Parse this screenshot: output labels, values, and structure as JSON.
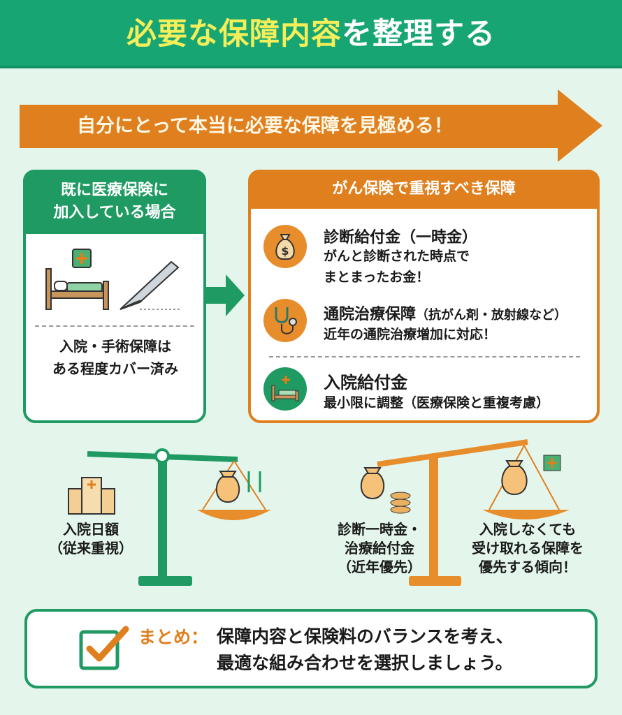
{
  "header": {
    "title_highlight": "必要な保障内容",
    "title_rest": "を整理する"
  },
  "banner": {
    "text": "自分にとって本当に必要な保障を見極める！"
  },
  "left_panel": {
    "heading_line1": "既に医療保険に",
    "heading_line2": "加入している場合",
    "caption_line1": "入院・手術保障は",
    "caption_line2": "ある程度カバー済み",
    "icons": [
      "hospital-bed-icon",
      "scalpel-icon"
    ]
  },
  "right_panel": {
    "heading": "がん保険で重視すべき保障",
    "items": [
      {
        "title": "診断給付金（一時金）",
        "lines": [
          "がんと診断された時点で",
          "まとまったお金！"
        ],
        "icon": "money-bag-icon"
      },
      {
        "title": "通院治療保障",
        "title_note": "（抗がん剤・放射線など）",
        "lines": [
          "近年の通院治療増加に対応！"
        ],
        "icon": "stethoscope-icon"
      },
      {
        "title": "入院給付金",
        "lines": [
          "最小限に調整（医療保険と重複考慮）"
        ],
        "icon": "hospital-bed-icon"
      }
    ]
  },
  "scales": {
    "left_label_line1": "入院日額",
    "left_label_line2": "（従来重視）",
    "mid_label": [
      "診断一時金・",
      "治療給付金",
      "（近年優先）"
    ],
    "right_label": [
      "入院しなくても",
      "受け取れる保障を",
      "優先する傾向！"
    ]
  },
  "summary": {
    "label": "まとめ：",
    "line1": "保障内容と保険料のバランスを考え、",
    "line2": "最適な組み合わせを選択しましょう。"
  },
  "colors": {
    "green": "#1e9a62",
    "header_green": "#17a673",
    "orange": "#e07f1e",
    "yellow": "#f4ee5a",
    "background": "#e4f6ec"
  }
}
